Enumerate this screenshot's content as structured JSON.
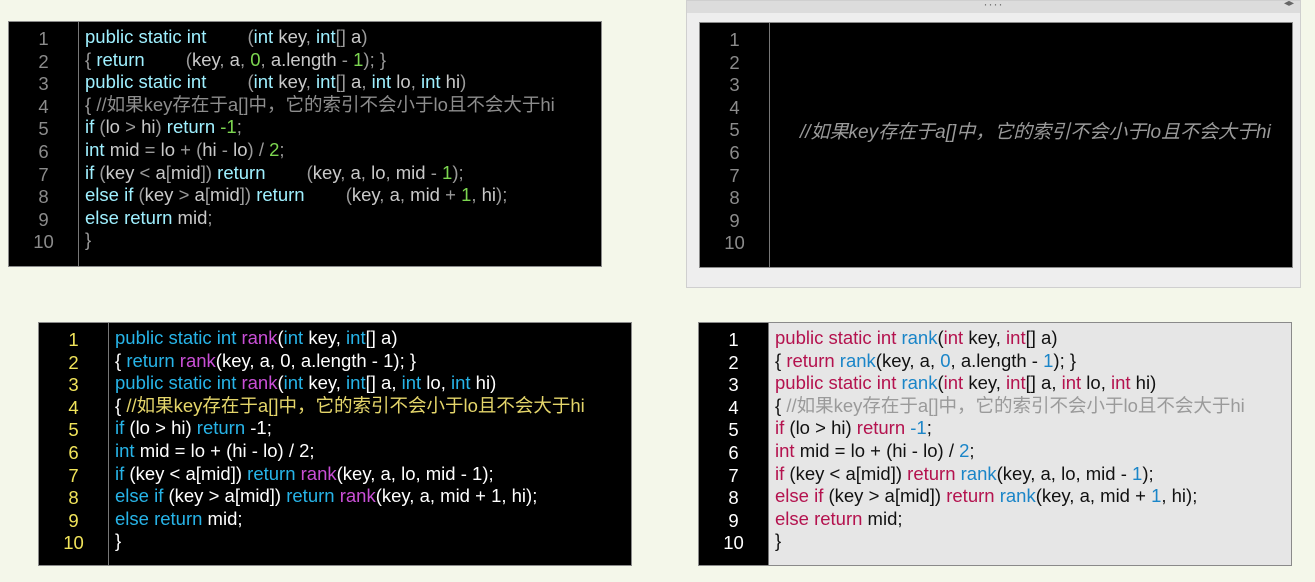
{
  "line_numbers": [
    "1",
    "2",
    "3",
    "4",
    "5",
    "6",
    "7",
    "8",
    "9",
    "10"
  ],
  "code_lines": [
    [
      [
        "kw",
        "public static int "
      ],
      [
        "fn",
        "rank"
      ],
      [
        "pun",
        "("
      ],
      [
        "kw",
        "int "
      ],
      [
        "id",
        "key"
      ],
      [
        "pun",
        ", "
      ],
      [
        "kw",
        "int"
      ],
      [
        "pun",
        "[] "
      ],
      [
        "id",
        "a"
      ],
      [
        "pun",
        ")"
      ]
    ],
    [
      [
        "pun",
        "{ "
      ],
      [
        "kw",
        "return "
      ],
      [
        "fn",
        "rank"
      ],
      [
        "pun",
        "("
      ],
      [
        "id",
        "key"
      ],
      [
        "pun",
        ", "
      ],
      [
        "id",
        "a"
      ],
      [
        "pun",
        ", "
      ],
      [
        "num",
        "0"
      ],
      [
        "pun",
        ", "
      ],
      [
        "id",
        "a.length"
      ],
      [
        "pun",
        " - "
      ],
      [
        "num",
        "1"
      ],
      [
        "pun",
        "); }"
      ]
    ],
    [
      [
        "kw",
        "public static int "
      ],
      [
        "fn",
        "rank"
      ],
      [
        "pun",
        "("
      ],
      [
        "kw",
        "int "
      ],
      [
        "id",
        "key"
      ],
      [
        "pun",
        ", "
      ],
      [
        "kw",
        "int"
      ],
      [
        "pun",
        "[] "
      ],
      [
        "id",
        "a"
      ],
      [
        "pun",
        ", "
      ],
      [
        "kw",
        "int "
      ],
      [
        "id",
        "lo"
      ],
      [
        "pun",
        ", "
      ],
      [
        "kw",
        "int "
      ],
      [
        "id",
        "hi"
      ],
      [
        "pun",
        ")"
      ]
    ],
    [
      [
        "pun",
        "{ "
      ],
      [
        "cm",
        "//如果key存在于a[]中，它的索引不会小于lo且不会大于hi"
      ]
    ],
    [
      [
        "kw",
        "if "
      ],
      [
        "pun",
        "("
      ],
      [
        "id",
        "lo"
      ],
      [
        "pun",
        " > "
      ],
      [
        "id",
        "hi"
      ],
      [
        "pun",
        ") "
      ],
      [
        "kw",
        "return "
      ],
      [
        "num",
        "-1"
      ],
      [
        "pun",
        ";"
      ]
    ],
    [
      [
        "kw",
        "int "
      ],
      [
        "id",
        "mid"
      ],
      [
        "pun",
        " = "
      ],
      [
        "id",
        "lo"
      ],
      [
        "pun",
        " + ("
      ],
      [
        "id",
        "hi"
      ],
      [
        "pun",
        " - "
      ],
      [
        "id",
        "lo"
      ],
      [
        "pun",
        ") / "
      ],
      [
        "num",
        "2"
      ],
      [
        "pun",
        ";"
      ]
    ],
    [
      [
        "kw",
        "if "
      ],
      [
        "pun",
        "("
      ],
      [
        "id",
        "key"
      ],
      [
        "pun",
        " < "
      ],
      [
        "id",
        "a"
      ],
      [
        "pun",
        "["
      ],
      [
        "id",
        "mid"
      ],
      [
        "pun",
        "]) "
      ],
      [
        "kw",
        "return "
      ],
      [
        "fn",
        "rank"
      ],
      [
        "pun",
        "("
      ],
      [
        "id",
        "key"
      ],
      [
        "pun",
        ", "
      ],
      [
        "id",
        "a"
      ],
      [
        "pun",
        ", "
      ],
      [
        "id",
        "lo"
      ],
      [
        "pun",
        ", "
      ],
      [
        "id",
        "mid"
      ],
      [
        "pun",
        " - "
      ],
      [
        "num",
        "1"
      ],
      [
        "pun",
        ");"
      ]
    ],
    [
      [
        "kw",
        "else if "
      ],
      [
        "pun",
        "("
      ],
      [
        "id",
        "key"
      ],
      [
        "pun",
        " > "
      ],
      [
        "id",
        "a"
      ],
      [
        "pun",
        "["
      ],
      [
        "id",
        "mid"
      ],
      [
        "pun",
        "]) "
      ],
      [
        "kw",
        "return "
      ],
      [
        "fn",
        "rank"
      ],
      [
        "pun",
        "("
      ],
      [
        "id",
        "key"
      ],
      [
        "pun",
        ", "
      ],
      [
        "id",
        "a"
      ],
      [
        "pun",
        ", "
      ],
      [
        "id",
        "mid"
      ],
      [
        "pun",
        " + "
      ],
      [
        "num",
        "1"
      ],
      [
        "pun",
        ", "
      ],
      [
        "id",
        "hi"
      ],
      [
        "pun",
        ");"
      ]
    ],
    [
      [
        "kw",
        "else return "
      ],
      [
        "id",
        "mid"
      ],
      [
        "pun",
        ";"
      ]
    ],
    [
      [
        "pun",
        "}"
      ]
    ]
  ],
  "panel2": {
    "comment": "//如果key存在于a[]中，它的索引不会小于lo且不会大于hi",
    "title_dots": "····",
    "arrows": "◂▸"
  },
  "colors": {
    "page_bg": "#f4f7ea",
    "dark_bg": "#000000",
    "light_bg": "#e6e6e6",
    "p1_keyword": "#9ff0ff",
    "p3_keyword": "#27b4e8",
    "p3_function": "#c94fd6",
    "p3_line_numbers": "#f0e35a",
    "p4_keyword": "#b4124e",
    "p4_function": "#1a85c8"
  }
}
